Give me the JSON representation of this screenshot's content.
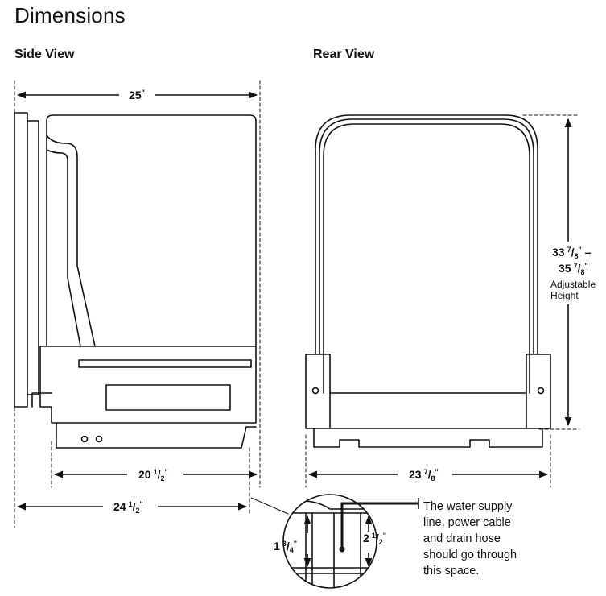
{
  "title": "Dimensions",
  "side_view": {
    "label": "Side View",
    "total_depth": {
      "whole": "25",
      "unit": "\""
    },
    "tub_depth": {
      "whole": "20",
      "num": "1",
      "den": "2",
      "unit": "\""
    },
    "cabinet_depth": {
      "whole": "24",
      "num": "1",
      "den": "2",
      "unit": "\""
    }
  },
  "rear_view": {
    "label": "Rear View",
    "width": {
      "whole": "23",
      "num": "7",
      "den": "8",
      "unit": "\""
    },
    "height_min": {
      "whole": "33",
      "num": "7",
      "den": "8",
      "unit": "\"",
      "suffix": " –"
    },
    "height_max": {
      "whole": "35",
      "num": "7",
      "den": "8",
      "unit": "\""
    },
    "height_note_1": "Adjustable",
    "height_note_2": "Height"
  },
  "detail": {
    "dim_a": {
      "whole": "1",
      "num": "3",
      "den": "4",
      "unit": "\""
    },
    "dim_b": {
      "whole": "2",
      "num": "1",
      "den": "2",
      "unit": "\""
    },
    "note_lines": [
      "The water supply",
      "line, power cable",
      "and drain hose",
      "should go through",
      "this space."
    ]
  }
}
